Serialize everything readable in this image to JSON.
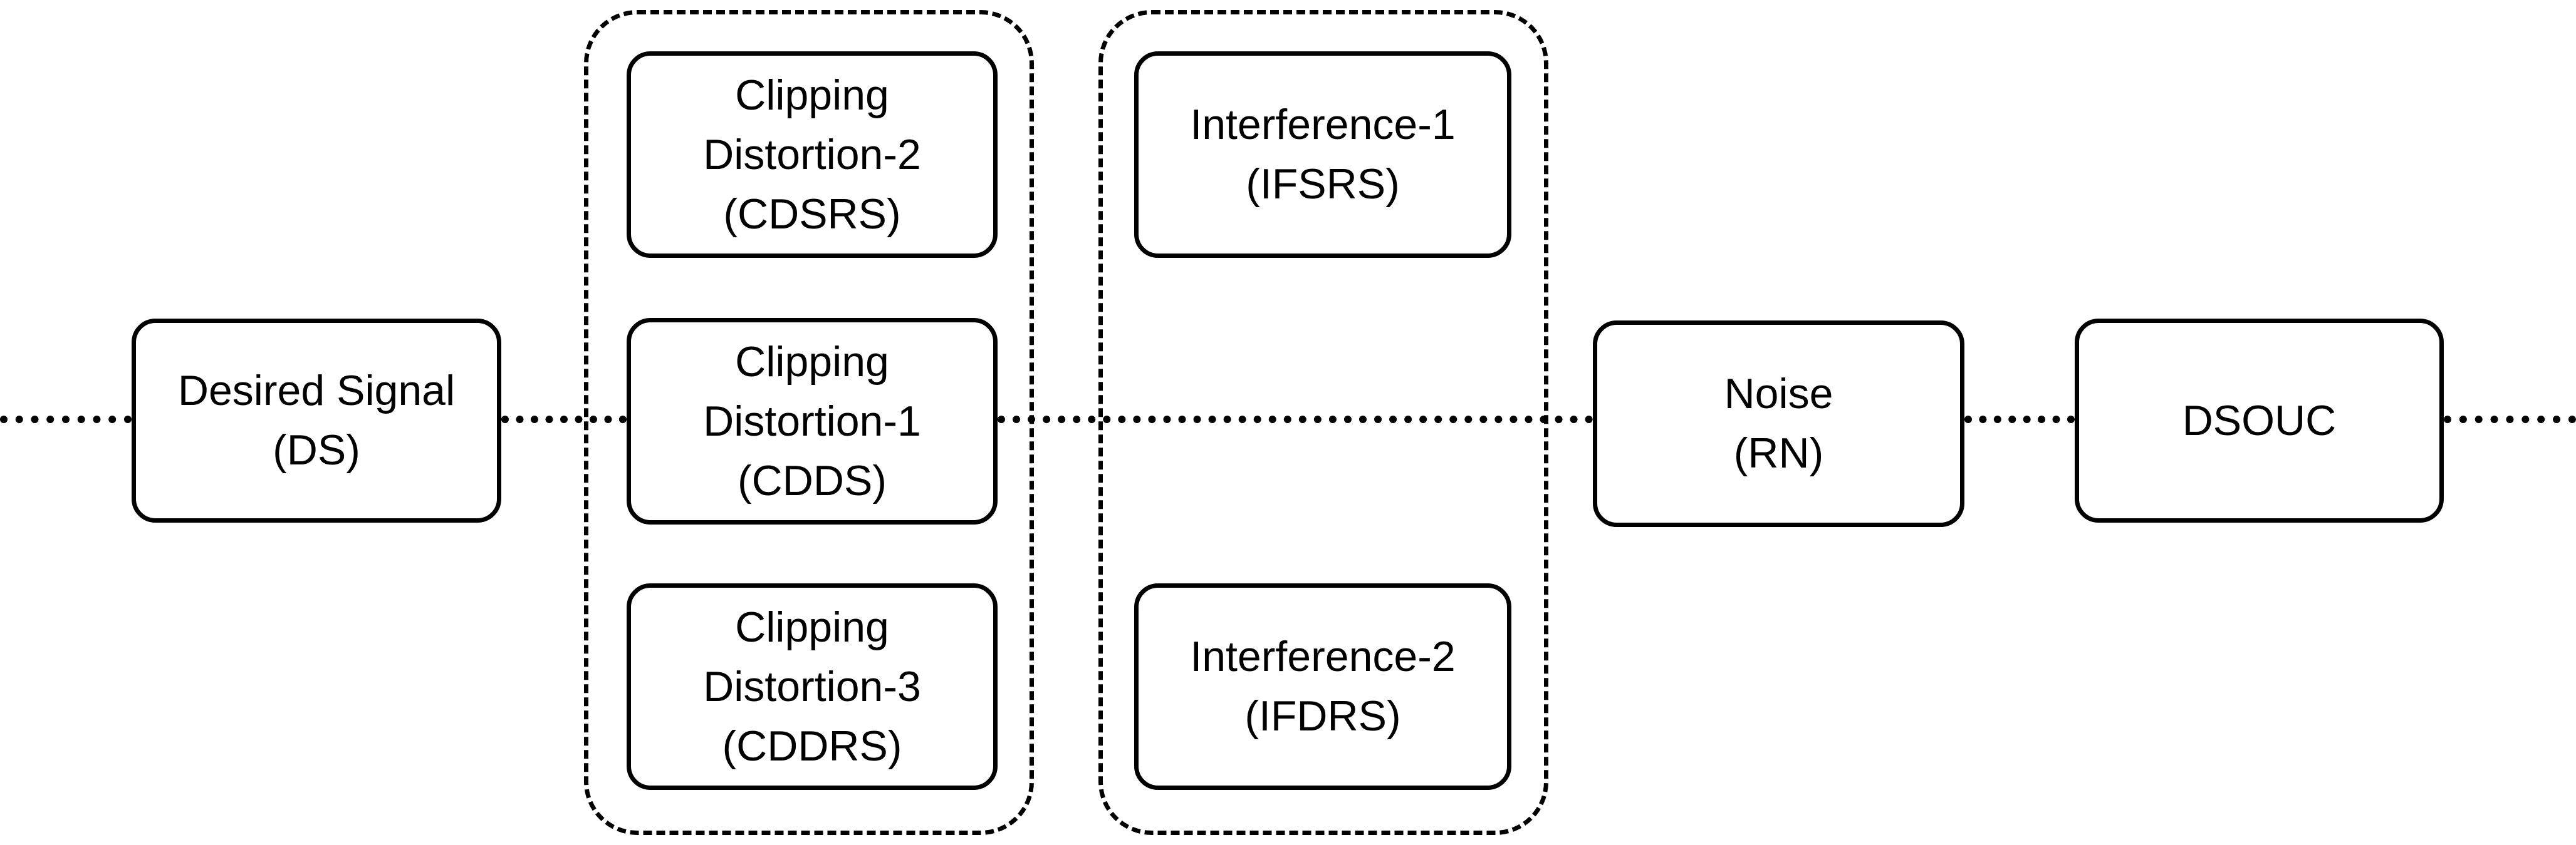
{
  "diagram": {
    "background_color": "#ffffff",
    "stroke_color": "#000000",
    "blocks": {
      "desired_signal": {
        "line1": "Desired Signal",
        "line2": "(DS)"
      },
      "clipping_distortion_2": {
        "line1": "Clipping",
        "line2": "Distortion-2",
        "line3": "(CDSRS)"
      },
      "clipping_distortion_1": {
        "line1": "Clipping",
        "line2": "Distortion-1",
        "line3": "(CDDS)"
      },
      "clipping_distortion_3": {
        "line1": "Clipping",
        "line2": "Distortion-3",
        "line3": "(CDDRS)"
      },
      "interference_1": {
        "line1": "Interference-1",
        "line2": "(IFSRS)"
      },
      "interference_2": {
        "line1": "Interference-2",
        "line2": "(IFDRS)"
      },
      "noise": {
        "line1": "Noise",
        "line2": "(RN)"
      },
      "dsouc": {
        "line1": "DSOUC"
      }
    }
  }
}
